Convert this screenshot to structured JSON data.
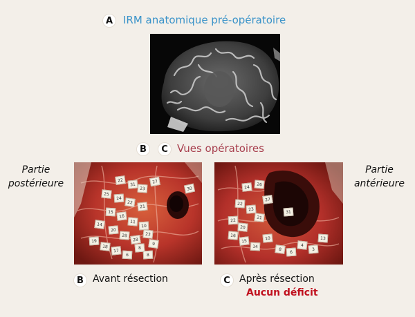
{
  "panel_a": {
    "badge": "A",
    "title": "IRM anatomique pré-opératoire"
  },
  "panel_bc": {
    "badge_b": "B",
    "badge_c": "C",
    "title": "Vues opératoires"
  },
  "side_labels": {
    "posterior": [
      "Partie",
      "postérieure"
    ],
    "anterior": [
      "Partie",
      "antérieure"
    ]
  },
  "caption_b": {
    "badge": "B",
    "text": "Avant résection"
  },
  "caption_c": {
    "badge": "C",
    "text": "Après résection",
    "outcome": "Aucun déficit"
  },
  "photo_b_tags": [
    "22",
    "31",
    "23",
    "27",
    "25",
    "24",
    "22",
    "21",
    "15",
    "16",
    "11",
    "10",
    "14",
    "20",
    "28",
    "28",
    "23",
    "19",
    "18",
    "17",
    "6",
    "8",
    "9",
    "8",
    "30"
  ],
  "photo_c_tags": [
    "24",
    "26",
    "27",
    "22",
    "23",
    "21",
    "22",
    "20",
    "31",
    "16",
    "15",
    "14",
    "10",
    "8",
    "6",
    "4",
    "3",
    "13"
  ]
}
